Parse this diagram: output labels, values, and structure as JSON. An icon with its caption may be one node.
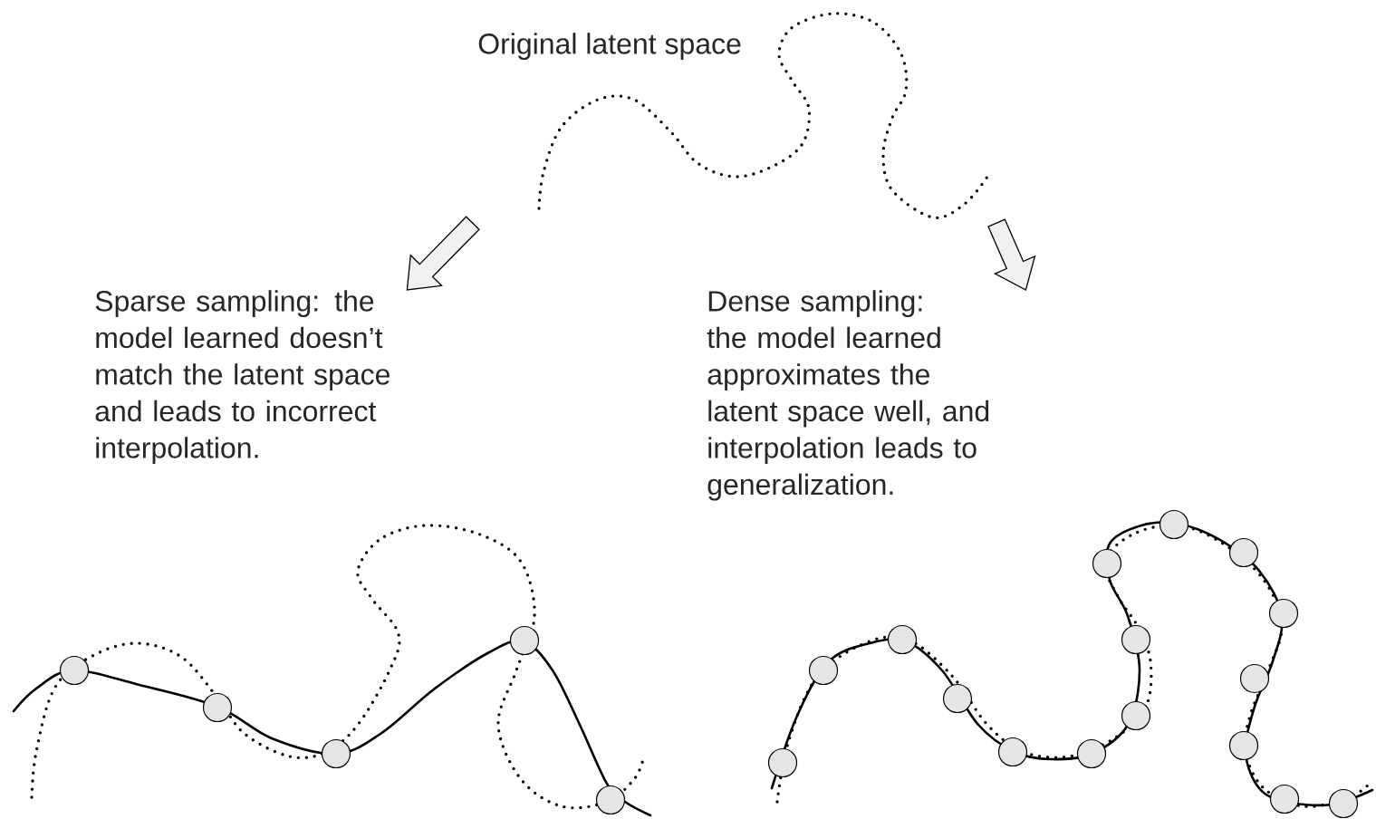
{
  "diagram": {
    "nodes": [
      {
        "text": [
          "Original latent space"
        ]
      },
      {
        "text": [
          "Sparse sampling: the model learned doesn’t match the latent space and leads to incorrect interpolation."
        ]
      },
      {
        "text": [
          "Dense sampling: the model learned approximates the latent space well, and interpolation leads to generalization."
        ]
      }
    ],
    "edges": [
      {
        "from": 0,
        "to": 1,
        "arrow": "to"
      },
      {
        "from": 0,
        "to": 2,
        "arrow": "to"
      }
    ]
  }
}
